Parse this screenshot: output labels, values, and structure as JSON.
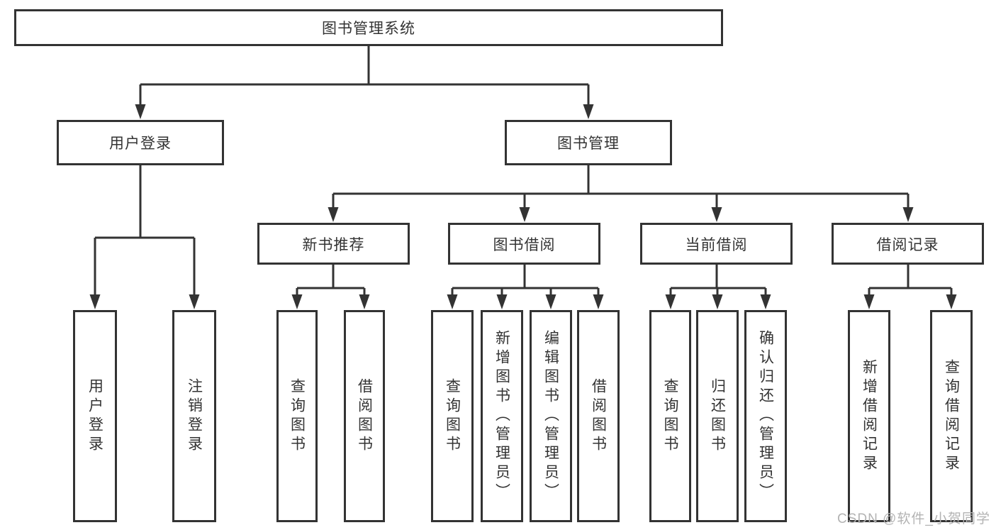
{
  "nodes": {
    "root": {
      "label": "图书管理系统"
    },
    "level2": [
      {
        "label": "用户登录"
      },
      {
        "label": "图书管理"
      }
    ],
    "level3": [
      {
        "label": "新书推荐"
      },
      {
        "label": "图书借阅"
      },
      {
        "label": "当前借阅"
      },
      {
        "label": "借阅记录"
      }
    ],
    "leaves": {
      "user_login": [
        {
          "label": "用户登录"
        },
        {
          "label": "注销登录"
        }
      ],
      "new_book_recommend": [
        {
          "label": "查询图书"
        },
        {
          "label": "借阅图书"
        }
      ],
      "book_borrow": [
        {
          "label": "查询图书"
        },
        {
          "label": "新增图书（管理员）"
        },
        {
          "label": "编辑图书（管理员）"
        },
        {
          "label": "借阅图书"
        }
      ],
      "current_borrow": [
        {
          "label": "查询图书"
        },
        {
          "label": "归还图书"
        },
        {
          "label": "确认归还（管理员）"
        }
      ],
      "borrow_records": [
        {
          "label": "新增借阅记录"
        },
        {
          "label": "查询借阅记录"
        }
      ]
    }
  },
  "watermark": "CSDN @软件_小贺同学",
  "colors": {
    "line": "#333333",
    "text": "#333333",
    "background": "#ffffff",
    "watermark": "#b3b3b3"
  }
}
